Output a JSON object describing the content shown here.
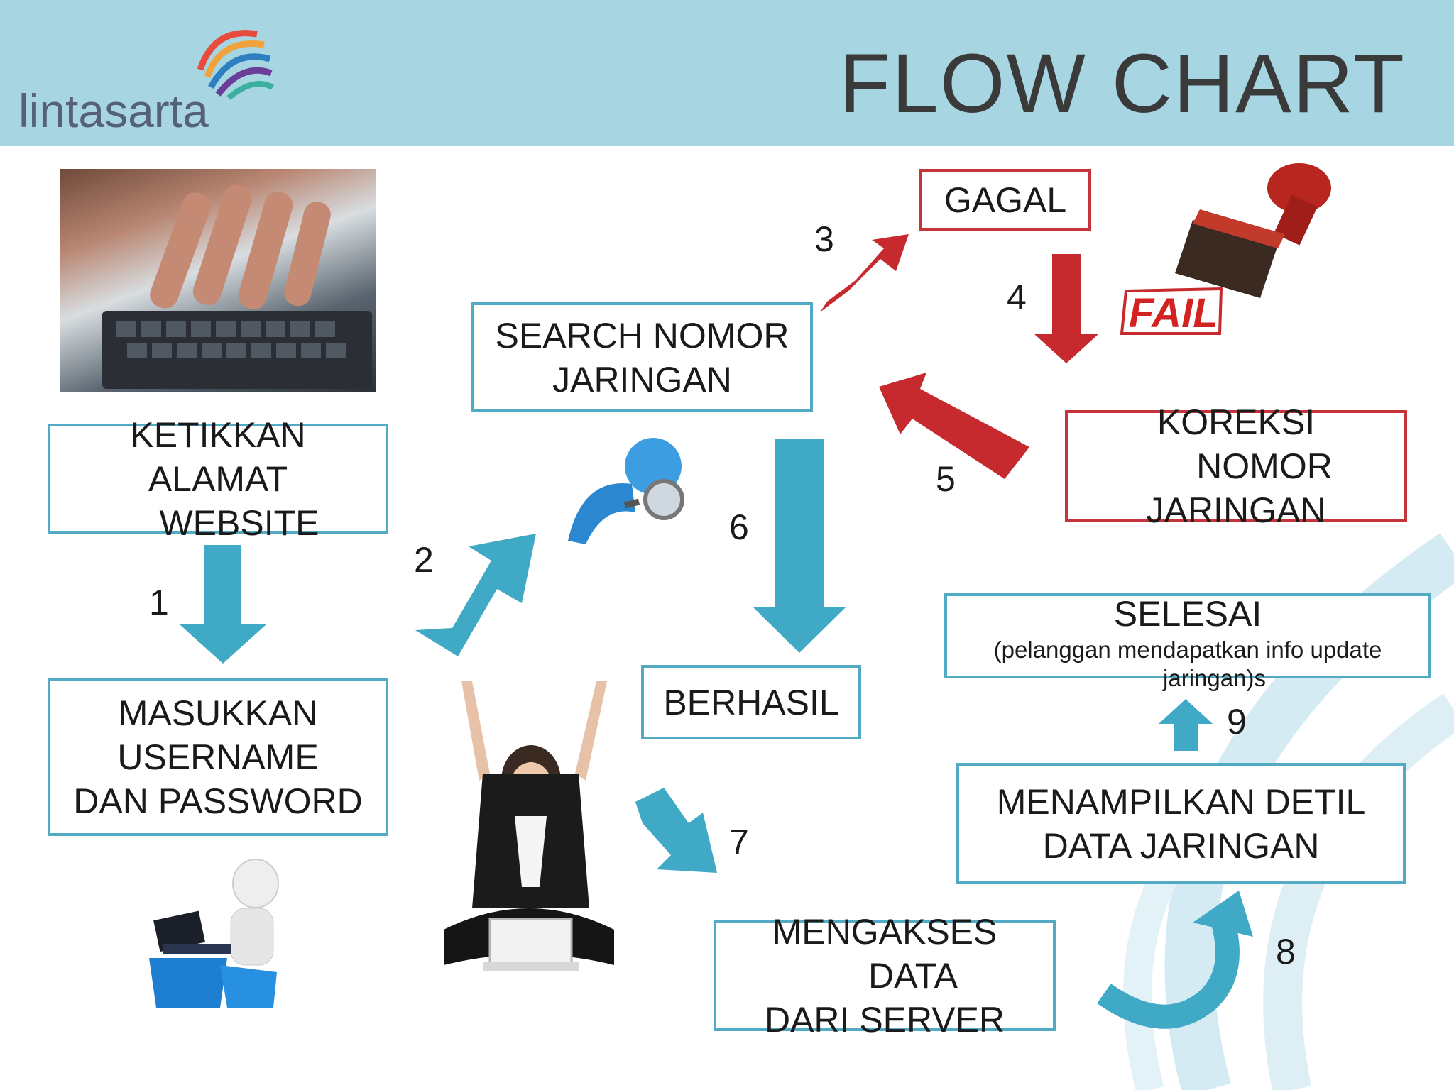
{
  "header": {
    "title": "FLOW CHART",
    "logo_text": "lintasarta"
  },
  "boxes": {
    "ketikkan": [
      "KETIKKAN",
      "ALAMAT",
      "WEBSITE"
    ],
    "masukkan": [
      "MASUKKAN",
      "USERNAME",
      "DAN PASSWORD"
    ],
    "search": [
      "SEARCH NOMOR",
      "JARINGAN"
    ],
    "gagal": "GAGAL",
    "koreksi": [
      "KOREKSI",
      "NOMOR",
      "JARINGAN"
    ],
    "berhasil": "BERHASIL",
    "mengakses": [
      "MENGAKSES",
      "DATA",
      "DARI SERVER"
    ],
    "menampilkan": [
      "MENAMPILKAN DETIL",
      "DATA JARINGAN"
    ],
    "selesai": {
      "title": "SELESAI",
      "note_line1": "(pelanggan mendapatkan info update",
      "note_line2": "jaringan)s"
    }
  },
  "steps": [
    "1",
    "2",
    "3",
    "4",
    "5",
    "6",
    "7",
    "8",
    "9"
  ],
  "fail_stamp_text": "FAIL",
  "colors": {
    "header_bg": "#a7d5e2",
    "blue_arrow": "#3fa9c6",
    "red_arrow": "#c62a2f",
    "blue_border": "#52aac4",
    "red_border": "#c6343b"
  }
}
